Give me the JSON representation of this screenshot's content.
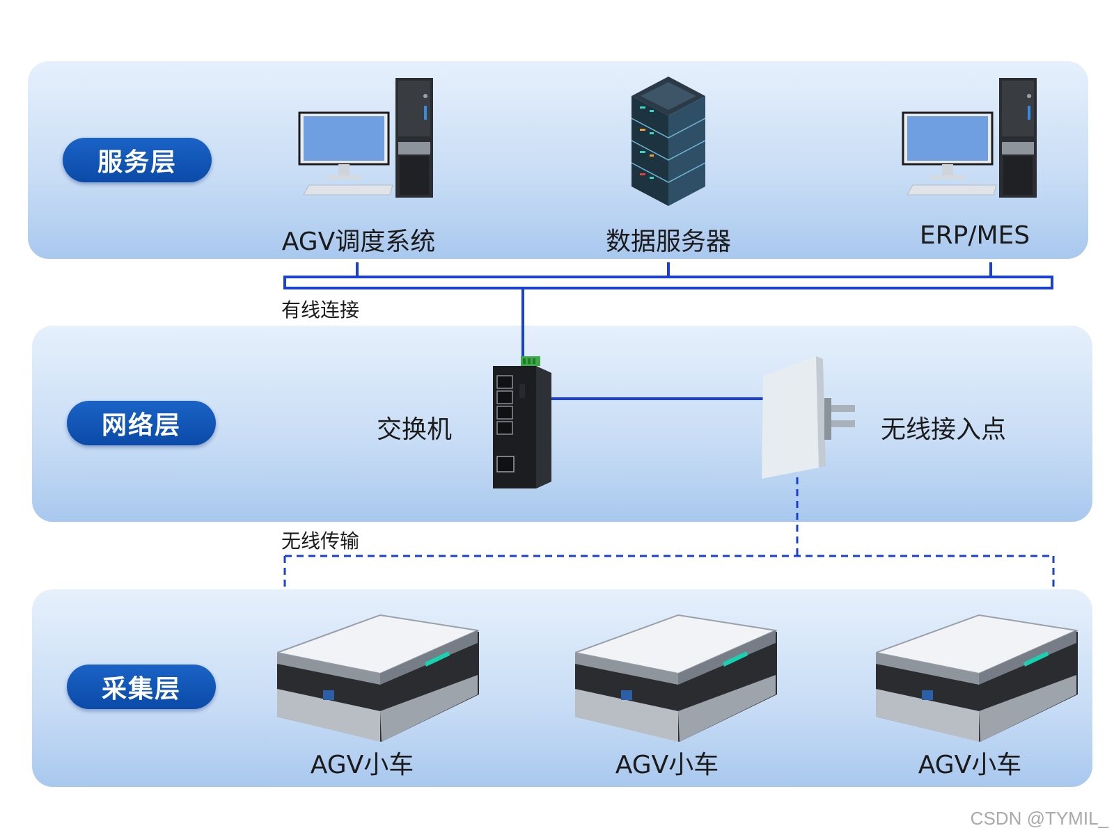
{
  "layers": {
    "service": {
      "label": "服务层",
      "devices": [
        "AGV调度系统",
        "数据服务器",
        "ERP/MES"
      ]
    },
    "network": {
      "label": "网络层",
      "devices": [
        "交换机",
        "无线接入点"
      ]
    },
    "collect": {
      "label": "采集层",
      "devices": [
        "AGV小车",
        "AGV小车",
        "AGV小车"
      ]
    }
  },
  "connections": {
    "wired": "有线连接",
    "wireless": "无线传输"
  },
  "colors": {
    "link": "#1a3fd6",
    "pill": "#0b4aa8",
    "panel": "#c7dcf5"
  },
  "watermark": "CSDN @TYMIL_"
}
